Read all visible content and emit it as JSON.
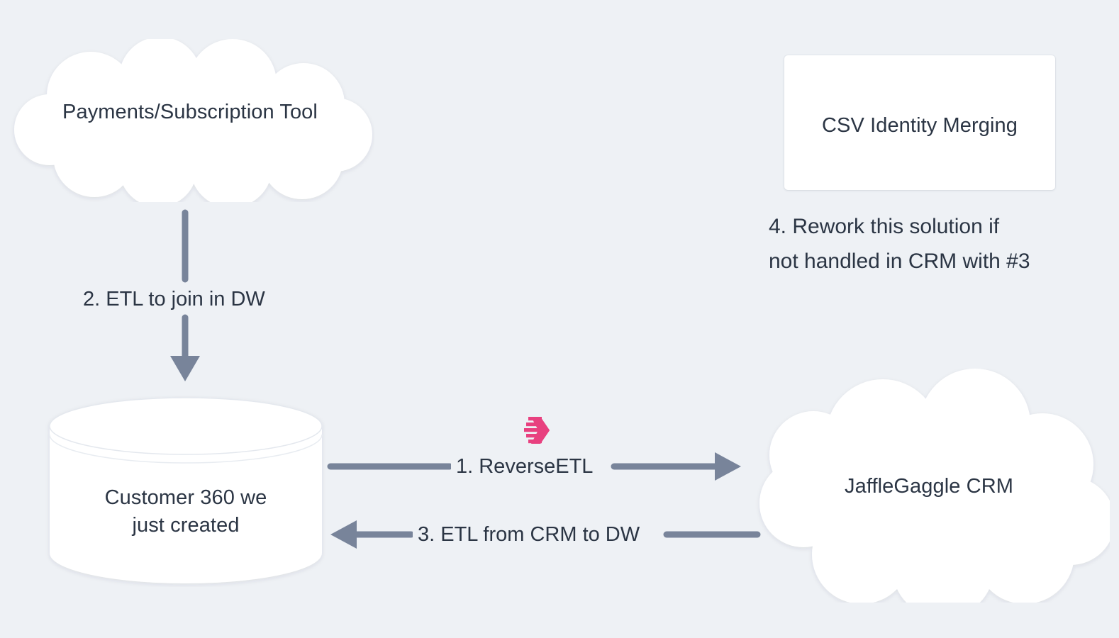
{
  "diagram": {
    "background_color": "#eef1f5",
    "text_color": "#2b3544",
    "arrow_color": "#78849a",
    "node_fill": "#ffffff",
    "accent_color": "#e8407f"
  },
  "nodes": {
    "payments_cloud": {
      "label": "Payments/Subscription Tool",
      "shape": "cloud"
    },
    "csv_box": {
      "label": "CSV Identity Merging",
      "shape": "rounded-rect"
    },
    "warehouse_cylinder": {
      "label": "Customer 360 we\njust created",
      "shape": "cylinder"
    },
    "crm_cloud": {
      "label": "JaffleGaggle CRM",
      "shape": "cloud"
    }
  },
  "edges": {
    "reverse_etl": {
      "label": "1. ReverseETL",
      "direction": "right"
    },
    "etl_join": {
      "label": "2. ETL to join in DW",
      "direction": "down"
    },
    "etl_from_crm": {
      "label": "3. ETL from CRM to DW",
      "direction": "left"
    }
  },
  "annotations": {
    "rework_note": "4. Rework this solution if\nnot handled in CRM with #3"
  },
  "icons": {
    "hightouch_mark": "hightouch-logo-icon"
  }
}
